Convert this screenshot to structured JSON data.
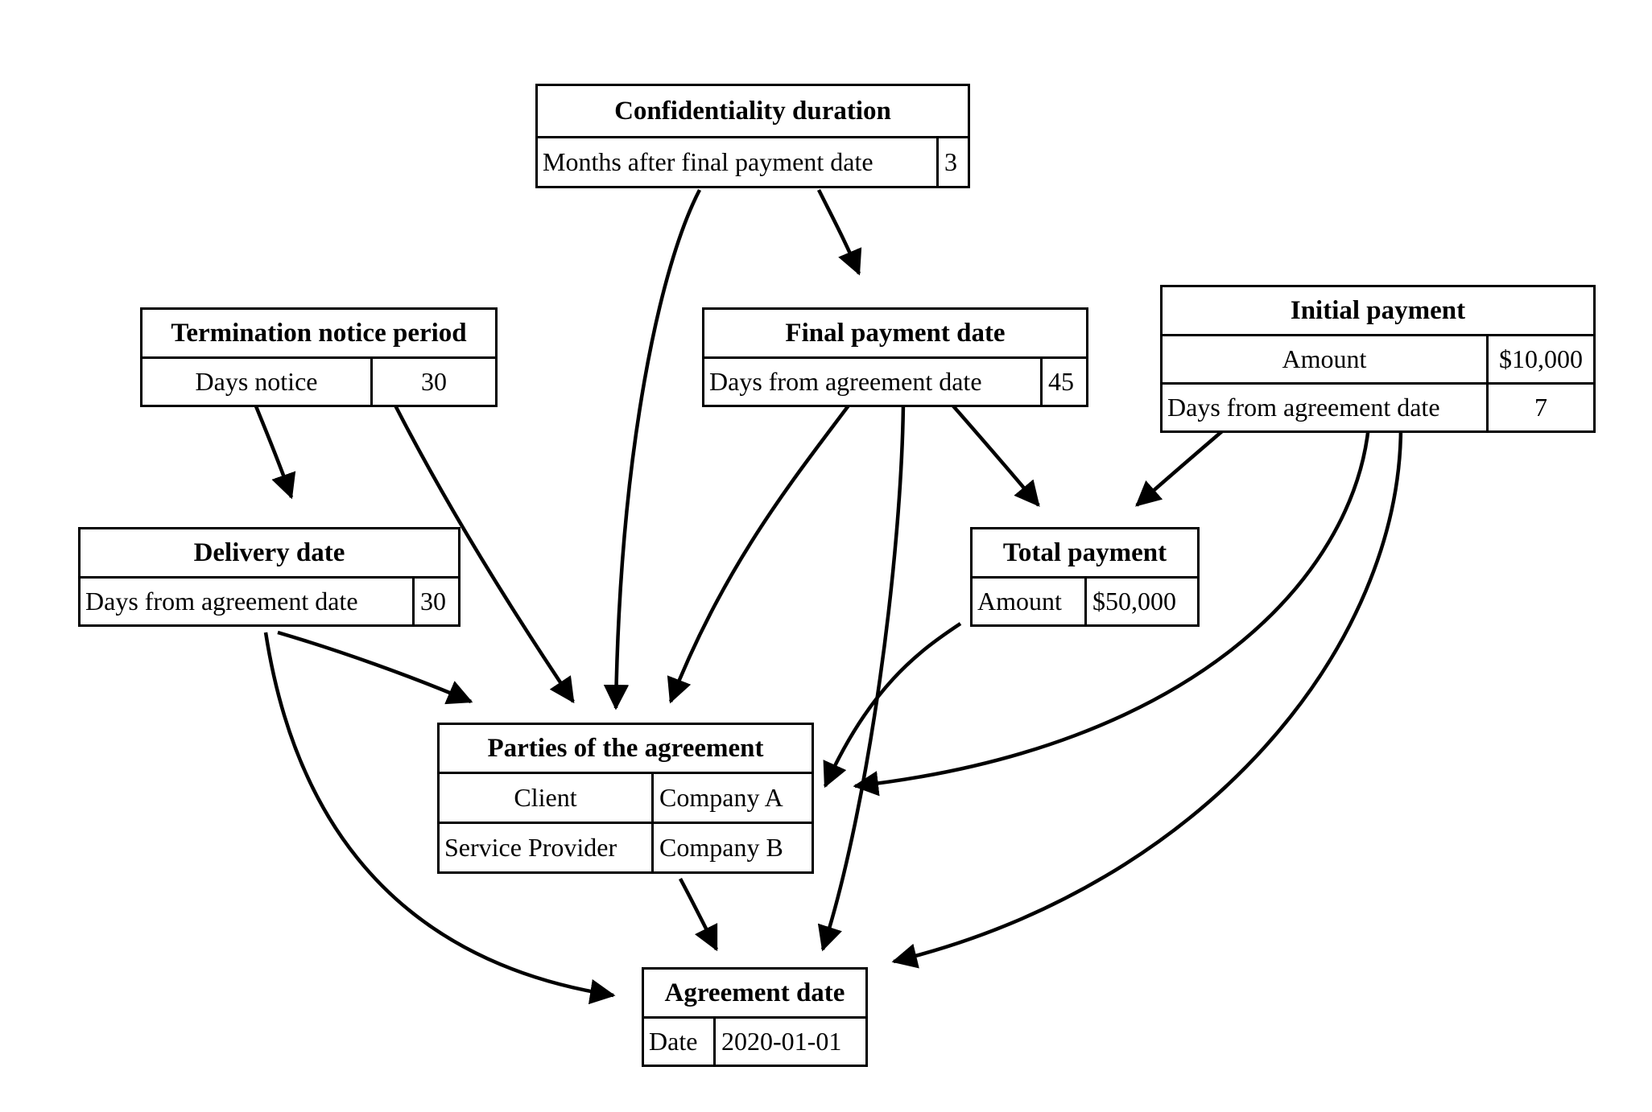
{
  "diagram": {
    "type": "entity-relationship-style dependency graph",
    "background": "#ffffff",
    "line_color": "#000000",
    "nodes": [
      {
        "id": "confidentiality_duration",
        "title": "Confidentiality duration",
        "rows": [
          {
            "key": "Months after final payment date",
            "value": "3"
          }
        ]
      },
      {
        "id": "termination_notice_period",
        "title": "Termination notice period",
        "rows": [
          {
            "key": "Days notice",
            "value": "30"
          }
        ]
      },
      {
        "id": "final_payment_date",
        "title": "Final payment date",
        "rows": [
          {
            "key": "Days from agreement date",
            "value": "45"
          }
        ]
      },
      {
        "id": "initial_payment",
        "title": "Initial payment",
        "rows": [
          {
            "key": "Amount",
            "value": "$10,000"
          },
          {
            "key": "Days from agreement date",
            "value": "7"
          }
        ]
      },
      {
        "id": "delivery_date",
        "title": "Delivery date",
        "rows": [
          {
            "key": "Days from agreement date",
            "value": "30"
          }
        ]
      },
      {
        "id": "total_payment",
        "title": "Total payment",
        "rows": [
          {
            "key": "Amount",
            "value": "$50,000"
          }
        ]
      },
      {
        "id": "parties_of_the_agreement",
        "title": "Parties of the agreement",
        "rows": [
          {
            "key": "Client",
            "value": "Company A"
          },
          {
            "key": "Service Provider",
            "value": "Company B"
          }
        ]
      },
      {
        "id": "agreement_date",
        "title": "Agreement date",
        "rows": [
          {
            "key": "Date",
            "value": "2020-01-01"
          }
        ]
      }
    ],
    "edges": [
      {
        "from": "confidentiality_duration",
        "to": "final_payment_date"
      },
      {
        "from": "confidentiality_duration",
        "to": "parties_of_the_agreement"
      },
      {
        "from": "termination_notice_period",
        "to": "delivery_date"
      },
      {
        "from": "termination_notice_period",
        "to": "parties_of_the_agreement"
      },
      {
        "from": "final_payment_date",
        "to": "parties_of_the_agreement"
      },
      {
        "from": "final_payment_date",
        "to": "total_payment"
      },
      {
        "from": "final_payment_date",
        "to": "agreement_date"
      },
      {
        "from": "initial_payment",
        "to": "total_payment"
      },
      {
        "from": "initial_payment",
        "to": "parties_of_the_agreement"
      },
      {
        "from": "initial_payment",
        "to": "agreement_date"
      },
      {
        "from": "delivery_date",
        "to": "parties_of_the_agreement"
      },
      {
        "from": "delivery_date",
        "to": "agreement_date"
      },
      {
        "from": "total_payment",
        "to": "parties_of_the_agreement"
      },
      {
        "from": "parties_of_the_agreement",
        "to": "agreement_date"
      }
    ]
  }
}
